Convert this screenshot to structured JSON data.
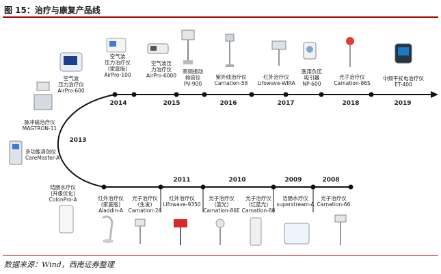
{
  "figure_title": "图 15：治疗与康复产品线",
  "source": "数据来源：Wind，西南证券整理",
  "years": [
    "2014",
    "2015",
    "2016",
    "2017",
    "2018",
    "2019",
    "2013",
    "2011",
    "2010",
    "2009",
    "2008"
  ],
  "products": [
    {
      "line1": "空气波",
      "line2": "压力治疗仪",
      "line3": "AirPro-600"
    },
    {
      "line1": "空气波",
      "line2": "压力治疗仪",
      "line3": "(家庭版)",
      "line4": "AirPro-100"
    },
    {
      "line1": "空气波压",
      "line2": "力治疗仪",
      "line3": "AirPro-6000"
    },
    {
      "line1": "高频振动",
      "line2": "排痰仪",
      "line3": "PV-900"
    },
    {
      "line1": "紫外线治疗仪",
      "line2": "Carnation-58"
    },
    {
      "line1": "红外治疗仪",
      "line2": "Lifowave-WIRA"
    },
    {
      "line1": "医用负压",
      "line2": "吸引器",
      "line3": "NP-600"
    },
    {
      "line1": "光子治疗仪",
      "line2": "Carnation-86S"
    },
    {
      "line1": "中频干扰电治疗仪",
      "line2": "ET-400"
    },
    {
      "line1": "脉冲磁治疗仪",
      "line2": "MAGTRON-11"
    },
    {
      "line1": "多功能清创仪",
      "line2": "CareMaster-A"
    },
    {
      "line1": "结肠水疗仪",
      "line2": "(升级优化)",
      "line3": "ColonPro-A"
    },
    {
      "line1": "红外治疗仪",
      "line2": "(家庭版)",
      "line3": "Aladdin-A"
    },
    {
      "line1": "光子治疗仪",
      "line2": "(生发)",
      "line3": "Carnation-26"
    },
    {
      "line1": "红外治疗仪",
      "line2": "Lifowave-9350"
    },
    {
      "line1": "光子治疗仪",
      "line2": "(蓝光)",
      "line3": "Carnation-86E"
    },
    {
      "line1": "光子治疗仪",
      "line2": "(红蓝光)",
      "line3": "Carnation-88"
    },
    {
      "line1": "洁肠水疗仪",
      "line2": "superstream-A"
    },
    {
      "line1": "光子治疗仪",
      "line2": "Carnation-66"
    }
  ],
  "colors": {
    "accent": "#a60000",
    "line": "#111111"
  }
}
